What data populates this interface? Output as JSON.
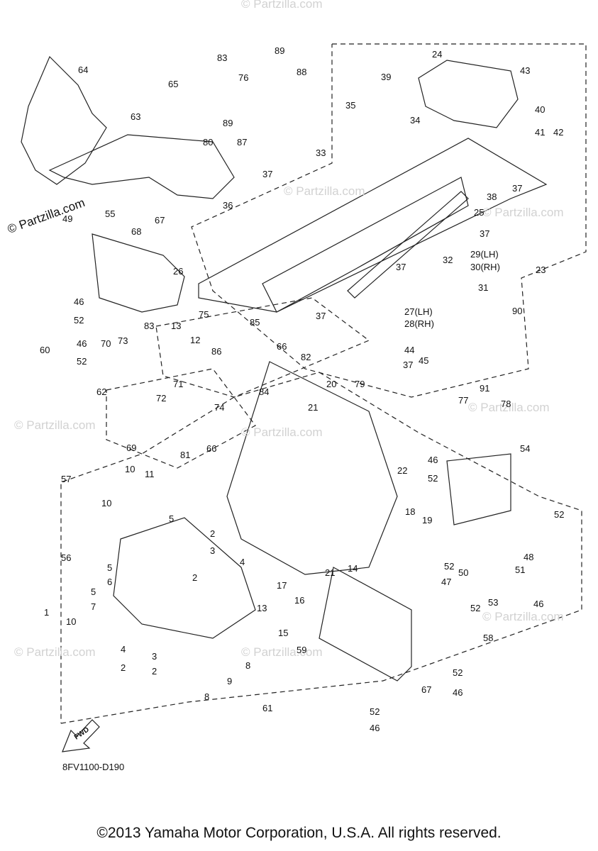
{
  "watermark": {
    "brand": "© Partzilla.com",
    "tiles": [
      "© Partzilla.com",
      "© Partzilla.com",
      "© Partzilla.com",
      "© Partzilla.com",
      "© Partzilla.com",
      "© Partzilla.com",
      "© Partzilla.com",
      "© Partzilla.com",
      "© Partzilla.com"
    ]
  },
  "diagram": {
    "code": "8FV1100-D190",
    "fwd_label": "FWD",
    "copyright": "©2013 Yamaha Motor Corporation, U.S.A. All rights reserved.",
    "callouts": [
      "64",
      "63",
      "49",
      "55",
      "65",
      "68",
      "67",
      "83",
      "76",
      "89",
      "88",
      "89",
      "80",
      "87",
      "33",
      "37",
      "36",
      "26",
      "75",
      "35",
      "39",
      "24",
      "43",
      "34",
      "40",
      "41",
      "42",
      "38",
      "37",
      "25",
      "37",
      "29(LH)",
      "30(RH)",
      "32",
      "31",
      "23",
      "37",
      "37",
      "27(LH)",
      "28(RH)",
      "44",
      "45",
      "37",
      "90",
      "85",
      "86",
      "66",
      "82",
      "84",
      "13",
      "12",
      "83",
      "73",
      "46",
      "52",
      "46",
      "52",
      "70",
      "60",
      "62",
      "72",
      "71",
      "74",
      "69",
      "81",
      "66",
      "21",
      "20",
      "79",
      "91",
      "77",
      "78",
      "54",
      "46",
      "52",
      "22",
      "18",
      "19",
      "52",
      "48",
      "57",
      "10",
      "11",
      "10",
      "56",
      "5",
      "2",
      "3",
      "2",
      "4",
      "5",
      "6",
      "5",
      "7",
      "10",
      "4",
      "2",
      "3",
      "2",
      "8",
      "9",
      "13",
      "8",
      "17",
      "16",
      "15",
      "14",
      "21",
      "59",
      "61",
      "52",
      "46",
      "67",
      "58",
      "52",
      "46",
      "52",
      "50",
      "47",
      "52",
      "51",
      "53",
      "46",
      "1"
    ]
  }
}
